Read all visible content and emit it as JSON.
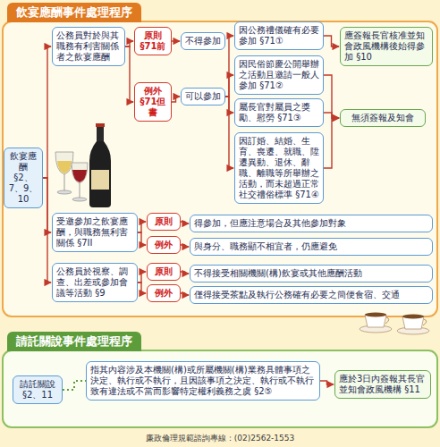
{
  "diagram": {
    "title": "飲宴應酬事件處理程序",
    "nodes": [
      {
        "text": [
          "飲宴應酬",
          "§2、7、9、10"
        ]
      },
      {
        "text": [
          "公務員對於與其職務有利害關係者之飲宴應酬"
        ]
      },
      {
        "text": [
          "原則",
          "§71前"
        ]
      },
      {
        "text": [
          "不得參加"
        ]
      },
      {
        "text": [
          "例外",
          "§71但書"
        ]
      },
      {
        "text": [
          "可以參加"
        ]
      },
      {
        "text": [
          "因公務禮儀確有必要參加 §71①"
        ]
      },
      {
        "text": [
          "應簽報長官核准並知會政風機構後始得參加 §10"
        ]
      },
      {
        "text": [
          "因民俗節慶公開舉辦之活動且邀請一般人參加 §71②"
        ]
      },
      {
        "text": [
          "屬長官對屬員之獎勵、慰勞 §71③"
        ]
      },
      {
        "text": [
          "無須簽報及知會"
        ]
      },
      {
        "text": [
          "因訂婚、結婚、生育、喪遷、就職、陞遷異動、退休、辭職、離職等所舉辦之活動，而未超過正常社交禮俗標準 §71④"
        ]
      },
      {
        "text": [
          "受邀參加之飲宴應酬，與職務無利害關係 §7II"
        ]
      },
      {
        "text": [
          "原則"
        ]
      },
      {
        "text": [
          "得參加，但應注意場合及其他參加對象"
        ]
      },
      {
        "text": [
          "例外"
        ]
      },
      {
        "text": [
          "與身分、職務顯不相宜者，仍應避免"
        ]
      },
      {
        "text": [
          "公務員於視察、調查、出差或參加會議等活動 §9"
        ]
      },
      {
        "text": [
          "原則"
        ]
      },
      {
        "text": [
          "不得接受相關機關(構)飲宴或其他應酬活動"
        ]
      },
      {
        "text": [
          "例外"
        ]
      },
      {
        "text": [
          "僅得接受茶點及執行公務確有必要之簡便食宿、交通"
        ]
      },
      {
        "text": [
          "請託關說",
          "§2、11"
        ]
      },
      {
        "text": [
          "指其內容涉及本機關(構)或所屬機關(構)業務具體事項之決定、執行或不執行，且因該事項之決定、執行或不執行致有違法或不當而影響特定權利義務之虞 §2⑤"
        ]
      },
      {
        "text": [
          "應於3日內簽報其長官並知會政風機構 §11"
        ]
      }
    ],
    "edges": [
      {
        "from": 0,
        "to": 1,
        "arrow": "to"
      },
      {
        "from": 0,
        "to": 12,
        "arrow": "to"
      },
      {
        "from": 0,
        "to": 17,
        "arrow": "to"
      },
      {
        "from": 1,
        "to": 2,
        "arrow": "to"
      },
      {
        "from": 1,
        "to": 4,
        "arrow": "to"
      },
      {
        "from": 2,
        "to": 3,
        "arrow": "to"
      },
      {
        "from": 4,
        "to": 5,
        "arrow": "to"
      },
      {
        "from": 5,
        "to": 6,
        "arrow": "to"
      },
      {
        "from": 5,
        "to": 8,
        "arrow": "to"
      },
      {
        "from": 5,
        "to": 9,
        "arrow": "to"
      },
      {
        "from": 5,
        "to": 11,
        "arrow": "to"
      },
      {
        "from": 6,
        "to": 7,
        "arrow": "to"
      },
      {
        "from": 8,
        "to": 10,
        "arrow": "to"
      },
      {
        "from": 9,
        "to": 10,
        "arrow": "to"
      },
      {
        "from": 11,
        "to": 10,
        "arrow": "to"
      },
      {
        "from": 12,
        "to": 13,
        "arrow": "to"
      },
      {
        "from": 12,
        "to": 15,
        "arrow": "to"
      },
      {
        "from": 13,
        "to": 14,
        "arrow": "to"
      },
      {
        "from": 15,
        "to": 16,
        "arrow": "to"
      },
      {
        "from": 17,
        "to": 18,
        "arrow": "to"
      },
      {
        "from": 17,
        "to": 20,
        "arrow": "to"
      },
      {
        "from": 18,
        "to": 19,
        "arrow": "to"
      },
      {
        "from": 20,
        "to": 21,
        "arrow": "to"
      },
      {
        "from": 22,
        "to": 23,
        "arrow": "none"
      },
      {
        "from": 23,
        "to": 24,
        "arrow": "to"
      }
    ],
    "labels": [
      "請託關說事件處理程序",
      "廉政倫理規範諮詢專線：(02)2562-1553"
    ]
  }
}
